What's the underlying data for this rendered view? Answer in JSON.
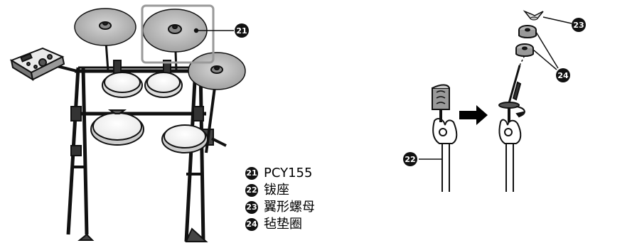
{
  "callouts": {
    "pcy155": "21",
    "cymbal_holder": "22",
    "wing_nut": "23",
    "felt_washer": "24"
  },
  "legend": [
    {
      "number": "21",
      "text": "PCY155"
    },
    {
      "number": "22",
      "text": "钹座"
    },
    {
      "number": "23",
      "text": "翼形螺母"
    },
    {
      "number": "24",
      "text": "毡垫圈"
    }
  ]
}
